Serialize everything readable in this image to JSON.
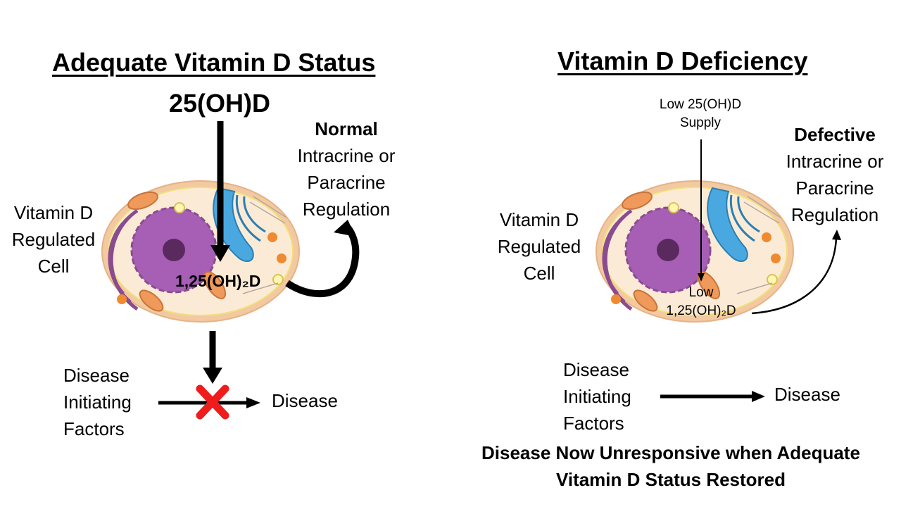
{
  "left": {
    "title": "Adequate Vitamin D Status",
    "input": "25(OH)D",
    "product": "1,25(OH)₂D",
    "regulation": {
      "qualifier": "Normal",
      "line1": "Intracrine or",
      "line2": "Paracrine",
      "line3": "Regulation"
    },
    "cell_label": [
      "Vitamin D",
      "Regulated",
      "Cell"
    ],
    "factors_label": [
      "Disease",
      "Initiating",
      "Factors"
    ],
    "outcome": "Disease"
  },
  "right": {
    "title": "Vitamin D Deficiency",
    "supply": [
      "Low 25(OH)D",
      "Supply"
    ],
    "product": [
      "Low",
      "1,25(OH)₂D"
    ],
    "regulation": {
      "qualifier": "Defective",
      "line1": "Intracrine or",
      "line2": "Paracrine",
      "line3": "Regulation"
    },
    "cell_label": [
      "Vitamin D",
      "Regulated",
      "Cell"
    ],
    "factors_label": [
      "Disease",
      "Initiating",
      "Factors"
    ],
    "outcome": "Disease",
    "footer": [
      "Disease Now Unresponsive when Adequate",
      "Vitamin D Status Restored"
    ]
  },
  "colors": {
    "cell_membrane": "#f2c9a0",
    "cytoplasm": "#fbebd6",
    "nucleus": "#a65fb5",
    "nucleolus": "#5a2a5f",
    "golgi": "#4aa8e0",
    "mitochondria": "#ef9a5a",
    "er": "#8a4c8f",
    "block_x": "#ee1c1c"
  }
}
